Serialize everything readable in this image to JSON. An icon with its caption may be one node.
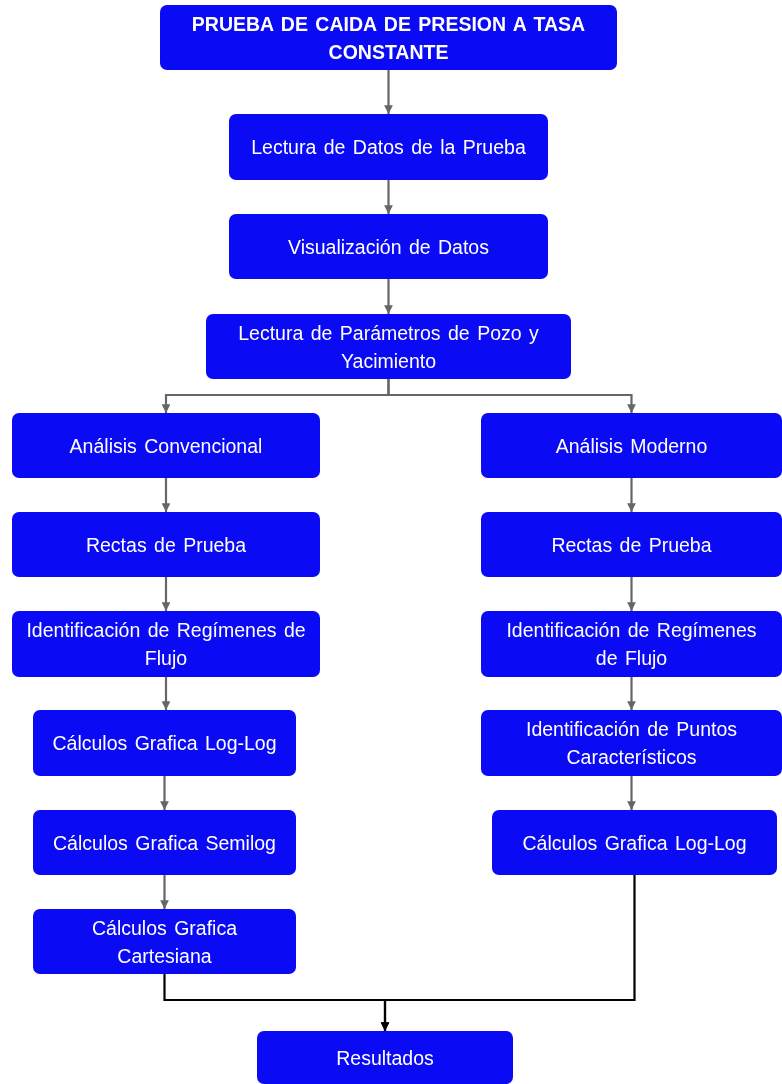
{
  "diagram": {
    "nodes": [
      {
        "text": [
          "PRUEBA DE CAIDA DE PRESION A TASA CONSTANTE"
        ]
      },
      {
        "text": [
          "Lectura de Datos de la Prueba"
        ]
      },
      {
        "text": [
          "Visualización de Datos"
        ]
      },
      {
        "text": [
          "Lectura de Parámetros de Pozo y Yacimiento"
        ]
      },
      {
        "text": [
          "Análisis Convencional"
        ]
      },
      {
        "text": [
          "Análisis Moderno"
        ]
      },
      {
        "text": [
          "Rectas de Prueba"
        ]
      },
      {
        "text": [
          "Rectas de Prueba"
        ]
      },
      {
        "text": [
          "Identificación de Regímenes de Flujo"
        ]
      },
      {
        "text": [
          "Identificación de Regímenes de Flujo"
        ]
      },
      {
        "text": [
          "Cálculos Grafica Log-Log"
        ]
      },
      {
        "text": [
          "Identificación de Puntos Característicos"
        ]
      },
      {
        "text": [
          "Cálculos Grafica Semilog"
        ]
      },
      {
        "text": [
          "Cálculos Grafica Log-Log"
        ]
      },
      {
        "text": [
          "Cálculos Grafica Cartesiana"
        ]
      },
      {
        "text": [
          "Resultados"
        ]
      }
    ],
    "edges": [
      {
        "from": 0,
        "to": 1,
        "arrow": "to"
      },
      {
        "from": 1,
        "to": 2,
        "arrow": "to"
      },
      {
        "from": 2,
        "to": 3,
        "arrow": "to"
      },
      {
        "from": 3,
        "to": 4,
        "arrow": "to"
      },
      {
        "from": 3,
        "to": 5,
        "arrow": "to"
      },
      {
        "from": 4,
        "to": 6,
        "arrow": "to"
      },
      {
        "from": 6,
        "to": 8,
        "arrow": "to"
      },
      {
        "from": 8,
        "to": 10,
        "arrow": "to"
      },
      {
        "from": 10,
        "to": 12,
        "arrow": "to"
      },
      {
        "from": 12,
        "to": 14,
        "arrow": "to"
      },
      {
        "from": 5,
        "to": 7,
        "arrow": "to"
      },
      {
        "from": 7,
        "to": 9,
        "arrow": "to"
      },
      {
        "from": 9,
        "to": 11,
        "arrow": "to"
      },
      {
        "from": 11,
        "to": 13,
        "arrow": "to"
      },
      {
        "from": 14,
        "to": 15,
        "arrow": "to",
        "color": "#000000"
      },
      {
        "from": 13,
        "to": 15,
        "arrow": "to",
        "color": "#000000"
      }
    ]
  }
}
